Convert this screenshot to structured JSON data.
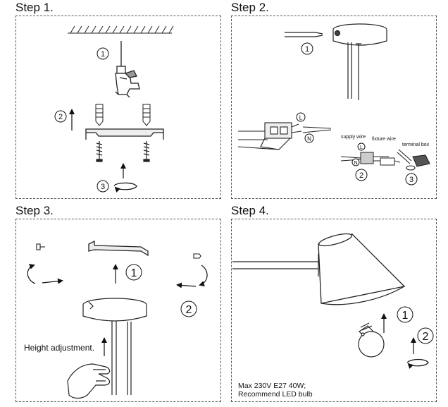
{
  "steps": [
    {
      "title": "Step 1.",
      "callouts": [
        "1",
        "2",
        "3"
      ]
    },
    {
      "title": "Step 2.",
      "callouts": [
        "1",
        "2",
        "3"
      ],
      "labels": {
        "live": "L",
        "neutral": "N",
        "supply_wire": "supply wire",
        "fixture_wire": "fixture wire",
        "terminal_box": "terminal box"
      }
    },
    {
      "title": "Step 3.",
      "callouts": [
        "1",
        "2"
      ],
      "height_adjustment": "Height adjustment."
    },
    {
      "title": "Step 4.",
      "callouts": [
        "1",
        "2"
      ],
      "note_line1": "Max 230V E27 40W;",
      "note_line2": "Recommend LED bulb"
    }
  ]
}
